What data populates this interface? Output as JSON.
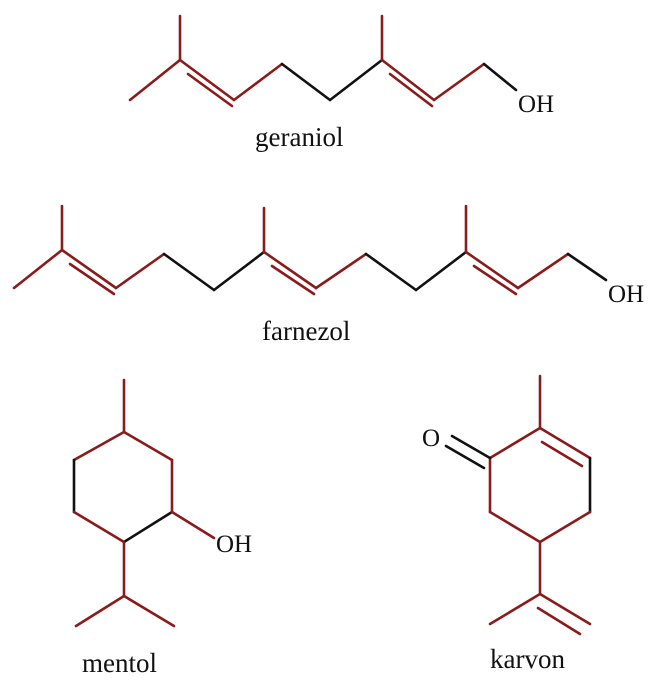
{
  "molecules": {
    "geraniol": {
      "name": "geraniol",
      "oh_label": "OH"
    },
    "farnezol": {
      "name": "farnezol",
      "oh_label": "OH"
    },
    "mentol": {
      "name": "mentol",
      "oh_label": "OH"
    },
    "karvon": {
      "name": "karvon",
      "o_label": "O"
    }
  },
  "colors": {
    "bond_primary": "#8b1a1a",
    "bond_secondary": "#111111",
    "text": "#111111",
    "background": "#ffffff"
  }
}
